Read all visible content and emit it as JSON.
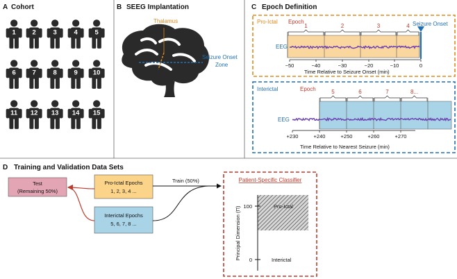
{
  "panels": {
    "a": {
      "letter": "A",
      "title": "Cohort",
      "patients": [
        "1",
        "2",
        "3",
        "4",
        "5",
        "6",
        "7",
        "8",
        "9",
        "10",
        "11",
        "12",
        "13",
        "14",
        "15"
      ]
    },
    "b": {
      "letter": "B",
      "title": "SEEG Implantation",
      "thalamus": "Thalamus",
      "soz_line1": "Seizure Onset",
      "soz_line2": "Zone"
    },
    "c": {
      "letter": "C",
      "title": "Epoch Definition",
      "proictal": {
        "label": "Pro-Ictal",
        "epoch_word": "Epoch",
        "epochs": [
          "1",
          "2",
          "3",
          "4"
        ],
        "seizure_onset": "Seizure Onset",
        "eeg": "EEG",
        "ticks": [
          "−50",
          "−40",
          "−30",
          "−20",
          "−10",
          "0"
        ],
        "axis_label": "Time Relative to Seizure Onset (min)"
      },
      "interictal": {
        "label": "Interictal",
        "epoch_word": "Epoch",
        "epochs": [
          "5",
          "6",
          "7",
          "8..."
        ],
        "eeg": "EEG",
        "ticks": [
          "+230",
          "+240",
          "+250",
          "+260",
          "+270"
        ],
        "axis_label": "Time Relative to Nearest Seizure (min)"
      }
    },
    "d": {
      "letter": "D",
      "title": "Training and Validation Data Sets",
      "test_line1": "Test",
      "test_line2": "(Remaining 50%)",
      "proictal_line1": "Pro-Ictal Epochs",
      "proictal_line2": "1, 2, 3, 4 ...",
      "interictal_line1": "Interictal Epochs",
      "interictal_line2": "5, 6, 7, 8 ...",
      "train": "Train (50%)",
      "classifier_title": "Patient-Specific Classifier",
      "y_axis": "Principal Dimension (Π)",
      "tick_100": "100",
      "tick_0": "0",
      "proictal_class": "Pro-Ictal",
      "interictal_class": "Interictal"
    }
  },
  "colors": {
    "orange": "#e08a1e",
    "blue": "#1f6fb2",
    "red": "#c0392b",
    "proictal_fill": "#fbd7a0",
    "interictal_fill": "#a9d3e6",
    "test_fill": "#e3a4b4",
    "eeg": "#6a3fb0"
  }
}
